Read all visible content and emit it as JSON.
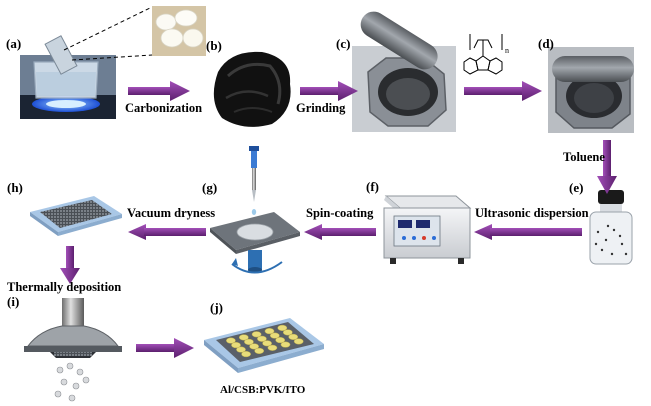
{
  "steps": {
    "a": "(a)",
    "b": "(b)",
    "c": "(c)",
    "d": "(d)",
    "e": "(e)",
    "f": "(f)",
    "g": "(g)",
    "h": "(h)",
    "i": "(i)",
    "j": "(j)"
  },
  "processes": {
    "carbonization": "Carbonization",
    "grinding": "Grinding",
    "toluene": "Toluene",
    "ultrasonic": "Ultrasonic dispersion",
    "spin_coating": "Spin-coating",
    "vacuum": "Vacuum dryness",
    "thermal": "Thermally deposition"
  },
  "structure_label": "n",
  "device_label": "Al/CSB:PVK/ITO",
  "colors": {
    "arrow": "#7b2e8e",
    "arrow_dark": "#4e1a5e",
    "substrate": "#a9c7e6",
    "electrode": "#e8dc7a"
  }
}
